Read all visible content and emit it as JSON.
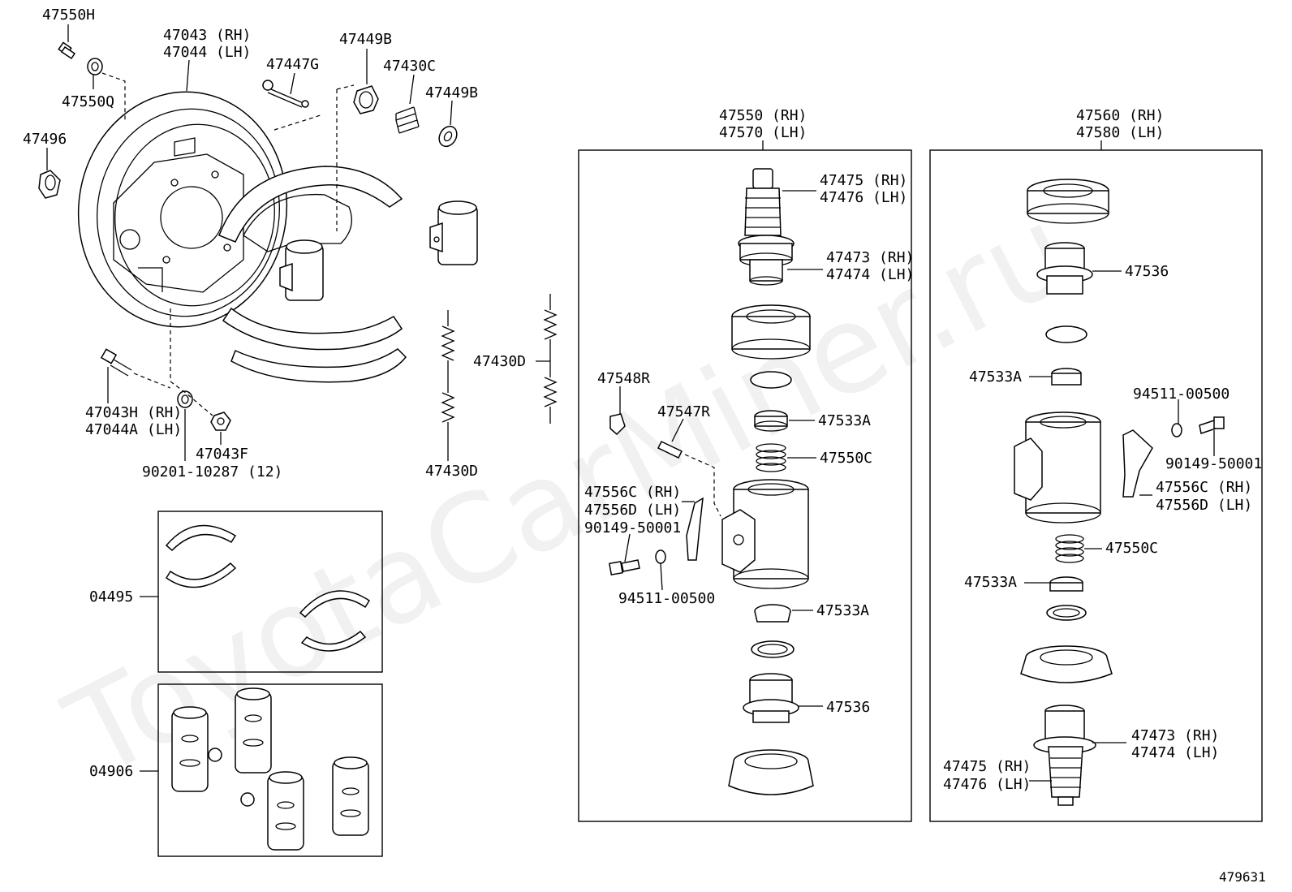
{
  "diagram_id": "479631",
  "watermark": "ToyotaCarMiner.ru",
  "labels": {
    "p47550H": "47550H",
    "p47043": "47043 (RH)",
    "p47044": "47044 (LH)",
    "p47449B_a": "47449B",
    "p47447G": "47447G",
    "p47430C": "47430C",
    "p47449B_b": "47449B",
    "p47550Q": "47550Q",
    "p47496": "47496",
    "p47430D_a": "47430D",
    "p47430D_b": "47430D",
    "p47043H": "47043H (RH)",
    "p47044A": "47044A (LH)",
    "p47043F": "47043F",
    "p90201": "90201-10287 (12)",
    "p04495": "04495",
    "p04906": "04906",
    "mid_title_rh": "47550 (RH)",
    "mid_title_lh": "47570 (LH)",
    "mid_47475": "47475 (RH)",
    "mid_47476": "47476 (LH)",
    "mid_47473": "47473 (RH)",
    "mid_47474": "47474 (LH)",
    "mid_47548R": "47548R",
    "mid_47547R": "47547R",
    "mid_47533A_1": "47533A",
    "mid_47550C": "47550C",
    "mid_47556C": "47556C (RH)",
    "mid_47556D": "47556D (LH)",
    "mid_90149": "90149-50001",
    "mid_94511": "94511-00500",
    "mid_47533A_2": "47533A",
    "mid_47536": "47536",
    "right_title_rh": "47560 (RH)",
    "right_title_lh": "47580 (LH)",
    "right_47536": "47536",
    "right_47533A_1": "47533A",
    "right_94511": "94511-00500",
    "right_90149": "90149-50001",
    "right_47556C": "47556C (RH)",
    "right_47556D": "47556D (LH)",
    "right_47550C": "47550C",
    "right_47533A_2": "47533A",
    "right_47473": "47473 (RH)",
    "right_47474": "47474 (LH)",
    "right_47475": "47475 (RH)",
    "right_47476": "47476 (LH)"
  }
}
